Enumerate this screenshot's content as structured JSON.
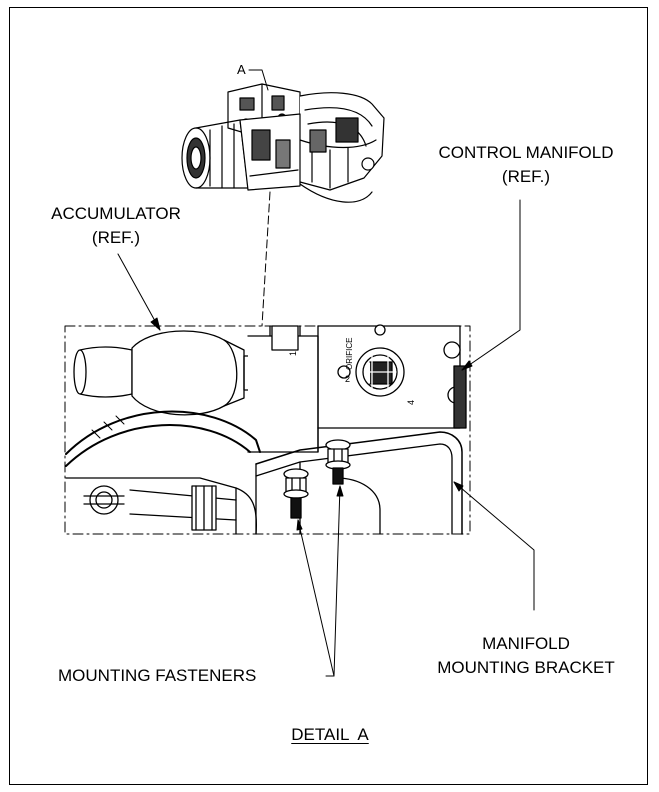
{
  "callouts": {
    "detail_marker": "A",
    "control_manifold": {
      "line1": "CONTROL MANIFOLD",
      "line2": "(REF.)"
    },
    "accumulator": {
      "line1": "ACCUMULATOR",
      "line2": "(REF.)"
    },
    "mounting_fasteners": "MOUNTING FASTENERS",
    "manifold_bracket": {
      "line1": "MANIFOLD",
      "line2": "MOUNTING BRACKET"
    },
    "detail_title": "DETAIL  A"
  },
  "part_markings": {
    "orifice": "ORIFICE",
    "orifice_num": "2",
    "port_1": "1",
    "port_4": "4"
  }
}
